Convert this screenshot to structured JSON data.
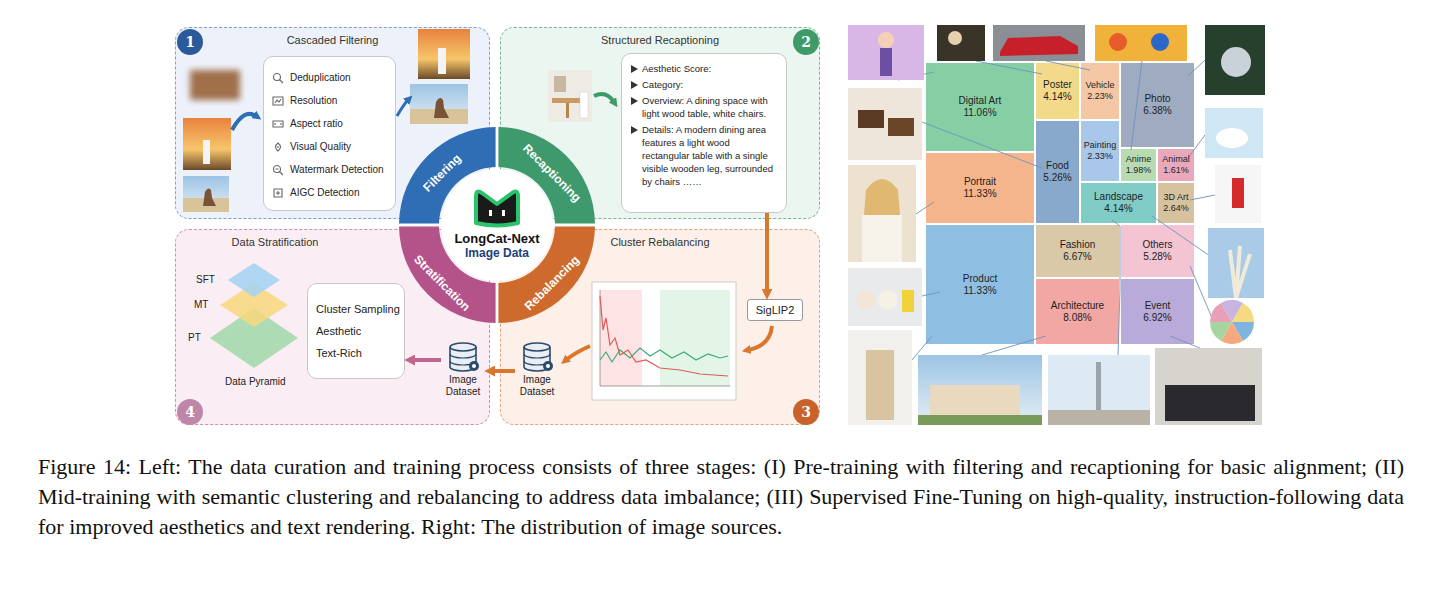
{
  "diagram": {
    "caption": "Figure 14: Left: The data curation and training process consists of three stages: (I) Pre-training with filtering and recaptioning for basic alignment; (II) Mid-training with semantic clustering and rebalancing to address data imbalance; (III) Supervised Fine-Tuning on high-quality, instruction-following data for improved aesthetics and text rendering. Right: The distribution of image sources.",
    "nodes": [
      {
        "text": [
          "Cascaded Filtering"
        ]
      },
      {
        "text": [
          "1"
        ],
        "in": 0
      },
      {
        "text": [
          "Deduplication",
          "Resolution",
          "Aspect ratio",
          "Visual Quality",
          "Watermark Detection",
          "AIGC Detection"
        ],
        "in": 0
      },
      {
        "text": [
          "Structured Recaptioning"
        ]
      },
      {
        "text": [
          "2"
        ],
        "in": 3
      },
      {
        "text": [
          "Aesthetic Score:",
          "Category:",
          "Overview: A dining space with light wood table, white chairs.",
          "Details: A modern dining area features a light wood rectangular table with a single visible wooden leg, surrounded by chairs ……"
        ],
        "in": 3
      },
      {
        "text": [
          "Data Stratification"
        ]
      },
      {
        "text": [
          "4"
        ],
        "in": 6
      },
      {
        "text": [
          "Cluster Sampling",
          "Aesthetic",
          "Text-Rich"
        ],
        "in": 6
      },
      {
        "text": [
          "Image Dataset"
        ],
        "in": 6
      },
      {
        "text": [
          "Cluster Rebalancing"
        ]
      },
      {
        "text": [
          "3"
        ],
        "in": 10
      },
      {
        "text": [
          "SigLIP2"
        ],
        "in": 10
      },
      {
        "text": [
          "Image Dataset"
        ],
        "in": 10
      },
      {
        "text": [
          "Filtering"
        ]
      },
      {
        "text": [
          "Recaptioning"
        ]
      },
      {
        "text": [
          "Rebalancing"
        ]
      },
      {
        "text": [
          "Stratification"
        ]
      },
      {
        "text": [
          "LongCat-Next",
          "Image Data"
        ]
      },
      {
        "text": [
          "Digital Art",
          "11.06%"
        ]
      },
      {
        "text": [
          "Poster",
          "4.14%"
        ]
      },
      {
        "text": [
          "Vehicle",
          "2.23%"
        ]
      },
      {
        "text": [
          "Photo",
          "6.38%"
        ]
      },
      {
        "text": [
          "Portrait",
          "11.33%"
        ]
      },
      {
        "text": [
          "Food",
          "5.26%"
        ]
      },
      {
        "text": [
          "Painting",
          "2.33%"
        ]
      },
      {
        "text": [
          "Anime",
          "1.98%"
        ]
      },
      {
        "text": [
          "Animal",
          "1.61%"
        ]
      },
      {
        "text": [
          "Landscape",
          "4.14%"
        ]
      },
      {
        "text": [
          "3D Art",
          "2.64%"
        ]
      },
      {
        "text": [
          "Product",
          "11.33%"
        ]
      },
      {
        "text": [
          "Fashion",
          "6.67%"
        ]
      },
      {
        "text": [
          "Others",
          "5.28%"
        ]
      },
      {
        "text": [
          "Architecture",
          "8.08%"
        ]
      },
      {
        "text": [
          "Event",
          "6.92%"
        ]
      }
    ],
    "edges": [
      {
        "from": 5,
        "to": 12,
        "arrow": "to"
      },
      {
        "from": 13,
        "to": 9,
        "arrow": "to"
      },
      {
        "from": 9,
        "to": 8,
        "arrow": "to"
      }
    ],
    "labels": [
      "SFT",
      "MT",
      "PT",
      "Data Pyramid"
    ]
  }
}
